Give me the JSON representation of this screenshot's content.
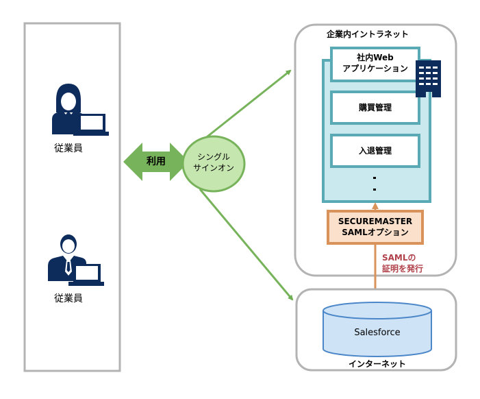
{
  "users": {
    "female_label": "従業員",
    "male_label": "従業員"
  },
  "usage_arrow": {
    "label": "利用"
  },
  "sso": {
    "line1": "シングル",
    "line2": "サインオン"
  },
  "intranet": {
    "title": "企業内イントラネット",
    "web_app": {
      "line1": "社内Web",
      "line2": "アプリケーション"
    },
    "apps": [
      "購買管理",
      "入退管理"
    ],
    "ellipsis_dots": ".\n."
  },
  "securemaster": {
    "line1": "SECUREMASTER",
    "line2": "SAMLオプション"
  },
  "saml_note": {
    "line1": "SAMLの",
    "line2": "証明を発行"
  },
  "internet": {
    "title": "インターネット",
    "service": "Salesforce"
  },
  "colors": {
    "navy": "#0d2c5c",
    "green": "#77b35a",
    "green_fill": "#c6e6b0",
    "teal": "#5aaab5",
    "teal_fill": "#c9e9ee",
    "orange": "#d9935a",
    "orange_fill": "#fbe0cc",
    "blue": "#4a86c8",
    "blue_fill": "#cfe3f6",
    "gray_border": "#b3b3b3",
    "note_red": "#b0404a"
  }
}
